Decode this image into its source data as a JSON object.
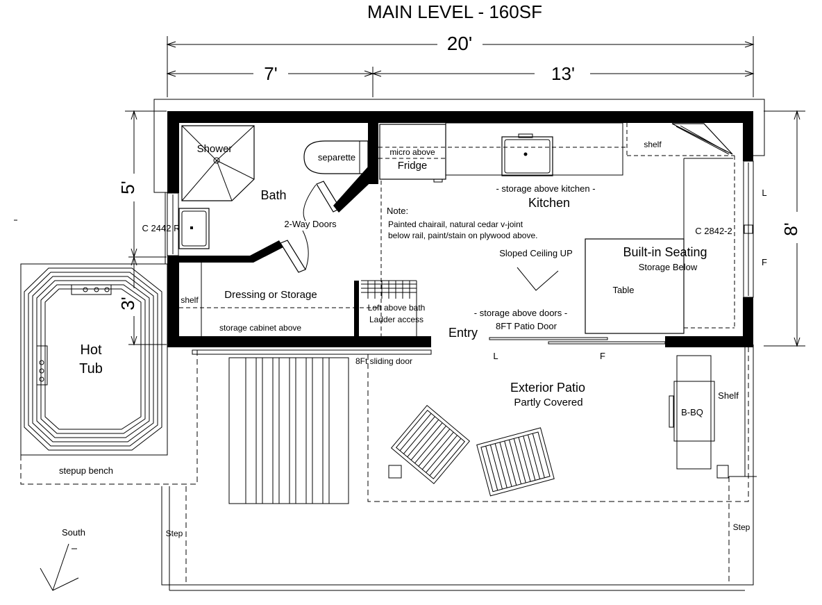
{
  "title": "MAIN LEVEL - 160SF",
  "dimensions": {
    "overall_width": "20'",
    "left_width": "7'",
    "right_width": "13'",
    "bath_depth": "5'",
    "dressing_depth": "3'",
    "overall_depth": "8'"
  },
  "rooms": {
    "shower": "Shower",
    "separette": "separette",
    "bath": "Bath",
    "two_way_doors": "2-Way Doors",
    "window_left": "C 2442 R",
    "dressing": "Dressing or Storage",
    "shelf_left": "shelf",
    "storage_cabinet": "storage cabinet above",
    "loft_line1": "Loft above bath",
    "loft_line2": "Ladder access",
    "micro": "micro above",
    "fridge": "Fridge",
    "storage_kitchen": "- storage above kitchen -",
    "kitchen": "Kitchen",
    "shelf_right": "shelf",
    "note_title": "Note:",
    "note_line1": "Painted chairail, natural cedar v-joint",
    "note_line2": "below rail, paint/stain on plywood above.",
    "sloped": "Sloped Ceiling UP",
    "built_in": "Built-in Seating",
    "storage_below": "Storage Below",
    "table": "Table",
    "window_right": "C 2842-2",
    "window_l": "L",
    "window_f": "F",
    "storage_doors": "- storage above doors -",
    "patio_door": "8FT Patio Door",
    "entry": "Entry",
    "sliding_door": "8Ft sliding door",
    "patio_l": "L",
    "patio_f": "F"
  },
  "exterior": {
    "hot_tub_line1": "Hot",
    "hot_tub_line2": "Tub",
    "stepup_bench": "stepup bench",
    "patio": "Exterior Patio",
    "patio_sub": "Partly Covered",
    "bbq": "B-BQ",
    "shelf": "Shelf",
    "step_left": "Step",
    "step_right": "Step",
    "south": "South"
  }
}
